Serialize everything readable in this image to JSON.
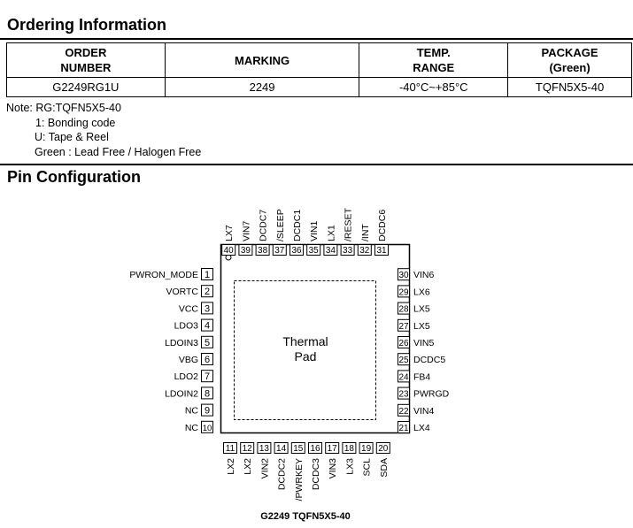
{
  "ordering": {
    "title": "Ordering Information",
    "headers": [
      [
        "ORDER",
        "NUMBER"
      ],
      [
        "MARKING"
      ],
      [
        "TEMP.",
        "RANGE"
      ],
      [
        "PACKAGE",
        "(Green)"
      ]
    ],
    "row": [
      "G2249RG1U",
      "2249",
      "-40°C~+85°C",
      "TQFN5X5-40"
    ]
  },
  "notes": {
    "line1": "Note: RG:TQFN5X5-40",
    "line2": "1: Bonding code",
    "line3": "U: Tape & Reel",
    "line4": "Green : Lead Free / Halogen Free"
  },
  "pin_config": {
    "title": "Pin Configuration",
    "thermal_pad": [
      "Thermal",
      "Pad"
    ],
    "caption": "G2249  TQFN5X5-40",
    "left_pins": [
      {
        "num": "1",
        "name": "PWRON_MODE"
      },
      {
        "num": "2",
        "name": "VORTC"
      },
      {
        "num": "3",
        "name": "VCC"
      },
      {
        "num": "4",
        "name": "LDO3"
      },
      {
        "num": "5",
        "name": "LDOIN3"
      },
      {
        "num": "6",
        "name": "VBG"
      },
      {
        "num": "7",
        "name": "LDO2"
      },
      {
        "num": "8",
        "name": "LDOIN2"
      },
      {
        "num": "9",
        "name": "NC"
      },
      {
        "num": "10",
        "name": "NC"
      }
    ],
    "bottom_pins": [
      {
        "num": "11",
        "name": "LX2"
      },
      {
        "num": "12",
        "name": "LX2"
      },
      {
        "num": "13",
        "name": "VIN2"
      },
      {
        "num": "14",
        "name": "DCDC2"
      },
      {
        "num": "15",
        "name": "/PWRKEY"
      },
      {
        "num": "16",
        "name": "DCDC3"
      },
      {
        "num": "17",
        "name": "VIN3"
      },
      {
        "num": "18",
        "name": "LX3"
      },
      {
        "num": "19",
        "name": "SCL"
      },
      {
        "num": "20",
        "name": "SDA"
      }
    ],
    "right_pins": [
      {
        "num": "21",
        "name": "LX4"
      },
      {
        "num": "22",
        "name": "VIN4"
      },
      {
        "num": "23",
        "name": "PWRGD"
      },
      {
        "num": "24",
        "name": "FB4"
      },
      {
        "num": "25",
        "name": "DCDC5"
      },
      {
        "num": "26",
        "name": "VIN5"
      },
      {
        "num": "27",
        "name": "LX5"
      },
      {
        "num": "28",
        "name": "LX5"
      },
      {
        "num": "29",
        "name": "LX6"
      },
      {
        "num": "30",
        "name": "VIN6"
      }
    ],
    "top_pins": [
      {
        "num": "31",
        "name": "DCDC6"
      },
      {
        "num": "32",
        "name": "/INT"
      },
      {
        "num": "33",
        "name": "/RESET"
      },
      {
        "num": "34",
        "name": "LX1"
      },
      {
        "num": "35",
        "name": "VIN1"
      },
      {
        "num": "36",
        "name": "DCDC1"
      },
      {
        "num": "37",
        "name": "/SLEEP"
      },
      {
        "num": "38",
        "name": "DCDC7"
      },
      {
        "num": "39",
        "name": "VIN7"
      },
      {
        "num": "40",
        "name": "LX7"
      }
    ]
  }
}
